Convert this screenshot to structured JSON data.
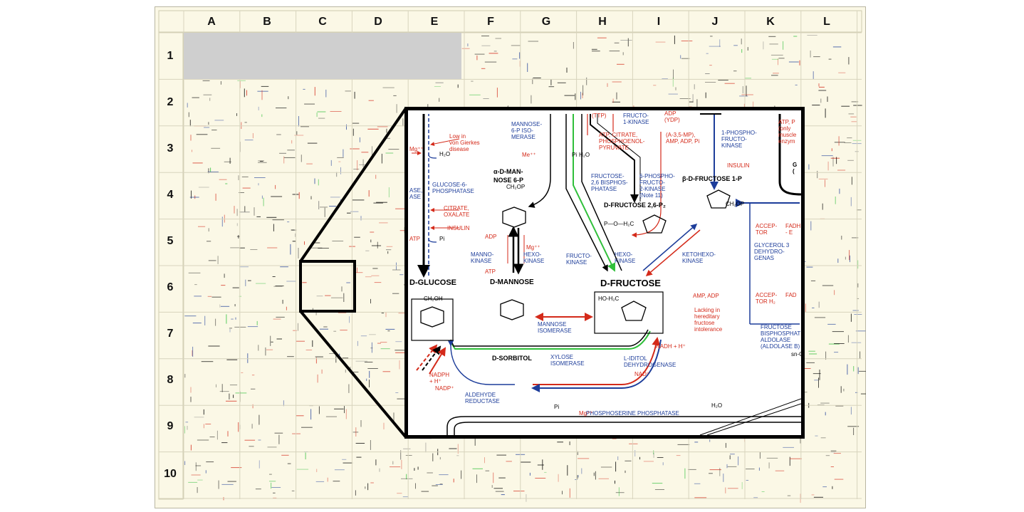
{
  "columns": [
    "A",
    "B",
    "C",
    "D",
    "E",
    "F",
    "G",
    "H",
    "I",
    "J",
    "K",
    "L"
  ],
  "rows": [
    "1",
    "2",
    "3",
    "4",
    "5",
    "6",
    "7",
    "8",
    "9",
    "10"
  ],
  "colors": {
    "red": "#d42a1a",
    "blue": "#1d3d9a",
    "green": "#2fbf3a",
    "black": "#000000"
  },
  "inset": {
    "metabolites": {
      "glucose": "D-GLUCOSE",
      "mannose_6p": "α-D-MAN-\nNOSE 6-P",
      "mannose": "D-MANNOSE",
      "fructose": "D-FRUCTOSE",
      "fructose_26p": "D-FRUCTOSE 2,6-P₂",
      "fructose_1p": "β-D-FRUCTOSE 1-P",
      "sorbitol": "D-SORBITOL",
      "glycerol3": "GLYCEROL 3\nDEHYDRO-\nGENAS"
    },
    "enzymes": {
      "glucose6phosphatase": "GLUCOSE-6-\nPHOSPHATASE",
      "mannose6p_isomerase": "MANNOSE-\n6-P ISO-\nMERASE",
      "mannokinase": "MANNO-\nKINASE",
      "hexokinase_1": "HEXO-\nKINASE",
      "fructokinase": "FRUCTO-\nKINASE",
      "hexokinase_2": "HEXO-\nKINASE",
      "ketohexokinase": "KETOHEXO-\nKINASE",
      "fructose26_bisphosphatase": "FRUCTOSE-\n2,6 BISPHOS-\nPHATASE",
      "phosphofructo2kinase": "6-PHOSPHO-\nFRUCTO-\n2-KINASE\n(Note 11)",
      "phosphofructo1kinase": "1-PHOSPHO-\nFRUCTO-\nKINASE",
      "fructo1kinase": "FRUCTO-\n1-KINASE",
      "mannose_isomerase": "MANNOSE\nISOMERASE",
      "xylose_isomerase": "XYLOSE\nISOMERASE",
      "iditol_dehydrogenase": "L-IDITOL\nDEHYDROGENASE",
      "aldehyde_reductase": "ALDEHYDE\nREDUCTASE",
      "fructose_bisphosphate_aldolase": "FRUCTOSE\nBISPHOSPHAT\nALDOLASE\n(ALDOLASE B)",
      "phosphoserine_phosphatase": "PHOSPHOSERINE PHOSPHATASE"
    },
    "regulators": {
      "von_gierkes": "Low in\nvon Gierkes\ndisease",
      "citrate_oxalate": "CITRATE,\nOXALATE",
      "insulin_1": "INSULIN",
      "insulin_2": "INSULIN",
      "atp_citrate_pep": "ATP, CITRATE,\nPHOSPHOENOL-\nPYRUVATE",
      "amp_adp_pi": "(A-3,5-MP),\nAMP, ADP, Pi",
      "ttp": "(TTP)",
      "adp_ydp": "ADP\n(YDP)",
      "atp_only_muscle": "ATP, P\n(only\nmuscle\nenzym",
      "amp_adp": "AMP, ADP",
      "lacking_hereditary": "Lacking in\nhereditary\nfructose\nintolerance",
      "me_pp": "Me⁺⁺",
      "mg_phosphoserine": "Mg⁺⁺"
    },
    "cofactors": {
      "h2o_1": "H₂O",
      "h2o_2": "H₂O",
      "h2o_3": "H₂O",
      "pi_1": "Pi",
      "pi_2": "Pi",
      "pi_3": "Pi",
      "adp": "ADP",
      "atp": "ATP",
      "mg": "Mg⁺⁺",
      "nadh": "NADH + H⁺",
      "nad": "NAD⁺",
      "nadph": "NADPH\n+ H⁺",
      "nadp": "NADP⁺",
      "acceptor_1": "ACCEP-\nTOR",
      "acceptor_2": "ACCEP-\nTOR H₂",
      "fadh": "FADH\n- E",
      "fad": "FAD",
      "ase_ase": "ASE,\nASE",
      "mg_left": "Mg⁺⁺",
      "atp_left": "ATP",
      "sn_g": "sn-G",
      "g_right": "G\n(",
      "ch2op_1": "CH₂OP",
      "ch2oh": "CH₂OH",
      "ho_h2c": "HO-H₂C",
      "p_o_h2c": "P—O—H₂C",
      "ch2op_2": "CH₂OP"
    }
  }
}
